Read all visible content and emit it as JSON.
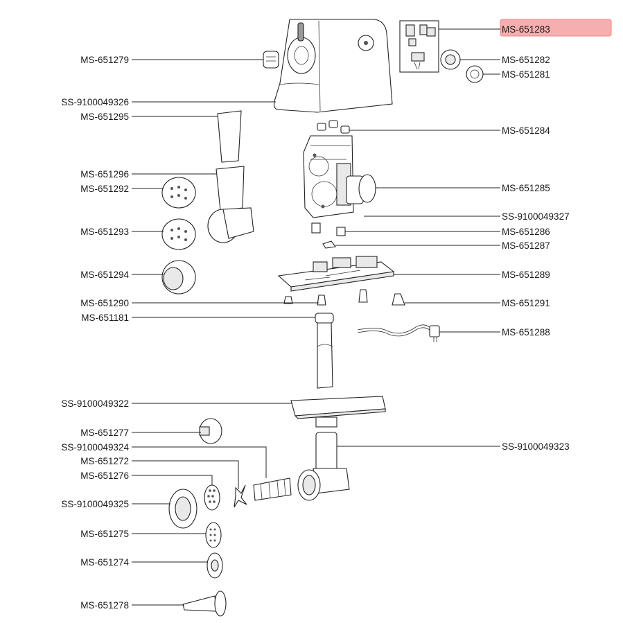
{
  "parts": [
    {
      "id": "MS-651279",
      "side": "left"
    },
    {
      "id": "SS-9100049326",
      "side": "left"
    },
    {
      "id": "MS-651295",
      "side": "left"
    },
    {
      "id": "MS-651296",
      "side": "left"
    },
    {
      "id": "MS-651292",
      "side": "left"
    },
    {
      "id": "MS-651293",
      "side": "left"
    },
    {
      "id": "MS-651294",
      "side": "left"
    },
    {
      "id": "MS-651290",
      "side": "left"
    },
    {
      "id": "MS-651181",
      "side": "left"
    },
    {
      "id": "SS-9100049322",
      "side": "left"
    },
    {
      "id": "MS-651277",
      "side": "left"
    },
    {
      "id": "SS-9100049324",
      "side": "left"
    },
    {
      "id": "MS-651272",
      "side": "left"
    },
    {
      "id": "MS-651276",
      "side": "left"
    },
    {
      "id": "SS-9100049325",
      "side": "left"
    },
    {
      "id": "MS-651275",
      "side": "left"
    },
    {
      "id": "MS-651274",
      "side": "left"
    },
    {
      "id": "MS-651278",
      "side": "left"
    },
    {
      "id": "MS-651283",
      "side": "right",
      "highlighted": true
    },
    {
      "id": "MS-651282",
      "side": "right"
    },
    {
      "id": "MS-651281",
      "side": "right"
    },
    {
      "id": "MS-651284",
      "side": "right"
    },
    {
      "id": "MS-651285",
      "side": "right"
    },
    {
      "id": "SS-9100049327",
      "side": "right"
    },
    {
      "id": "MS-651286",
      "side": "right"
    },
    {
      "id": "MS-651287",
      "side": "right"
    },
    {
      "id": "MS-651289",
      "side": "right"
    },
    {
      "id": "MS-651291",
      "side": "right"
    },
    {
      "id": "MS-651288",
      "side": "right"
    },
    {
      "id": "SS-9100049323",
      "side": "right"
    }
  ],
  "colors": {
    "highlight": "#f6a0a0",
    "highlight_border": "#e57070",
    "line": "#222222",
    "label": "#1a1a1a"
  }
}
